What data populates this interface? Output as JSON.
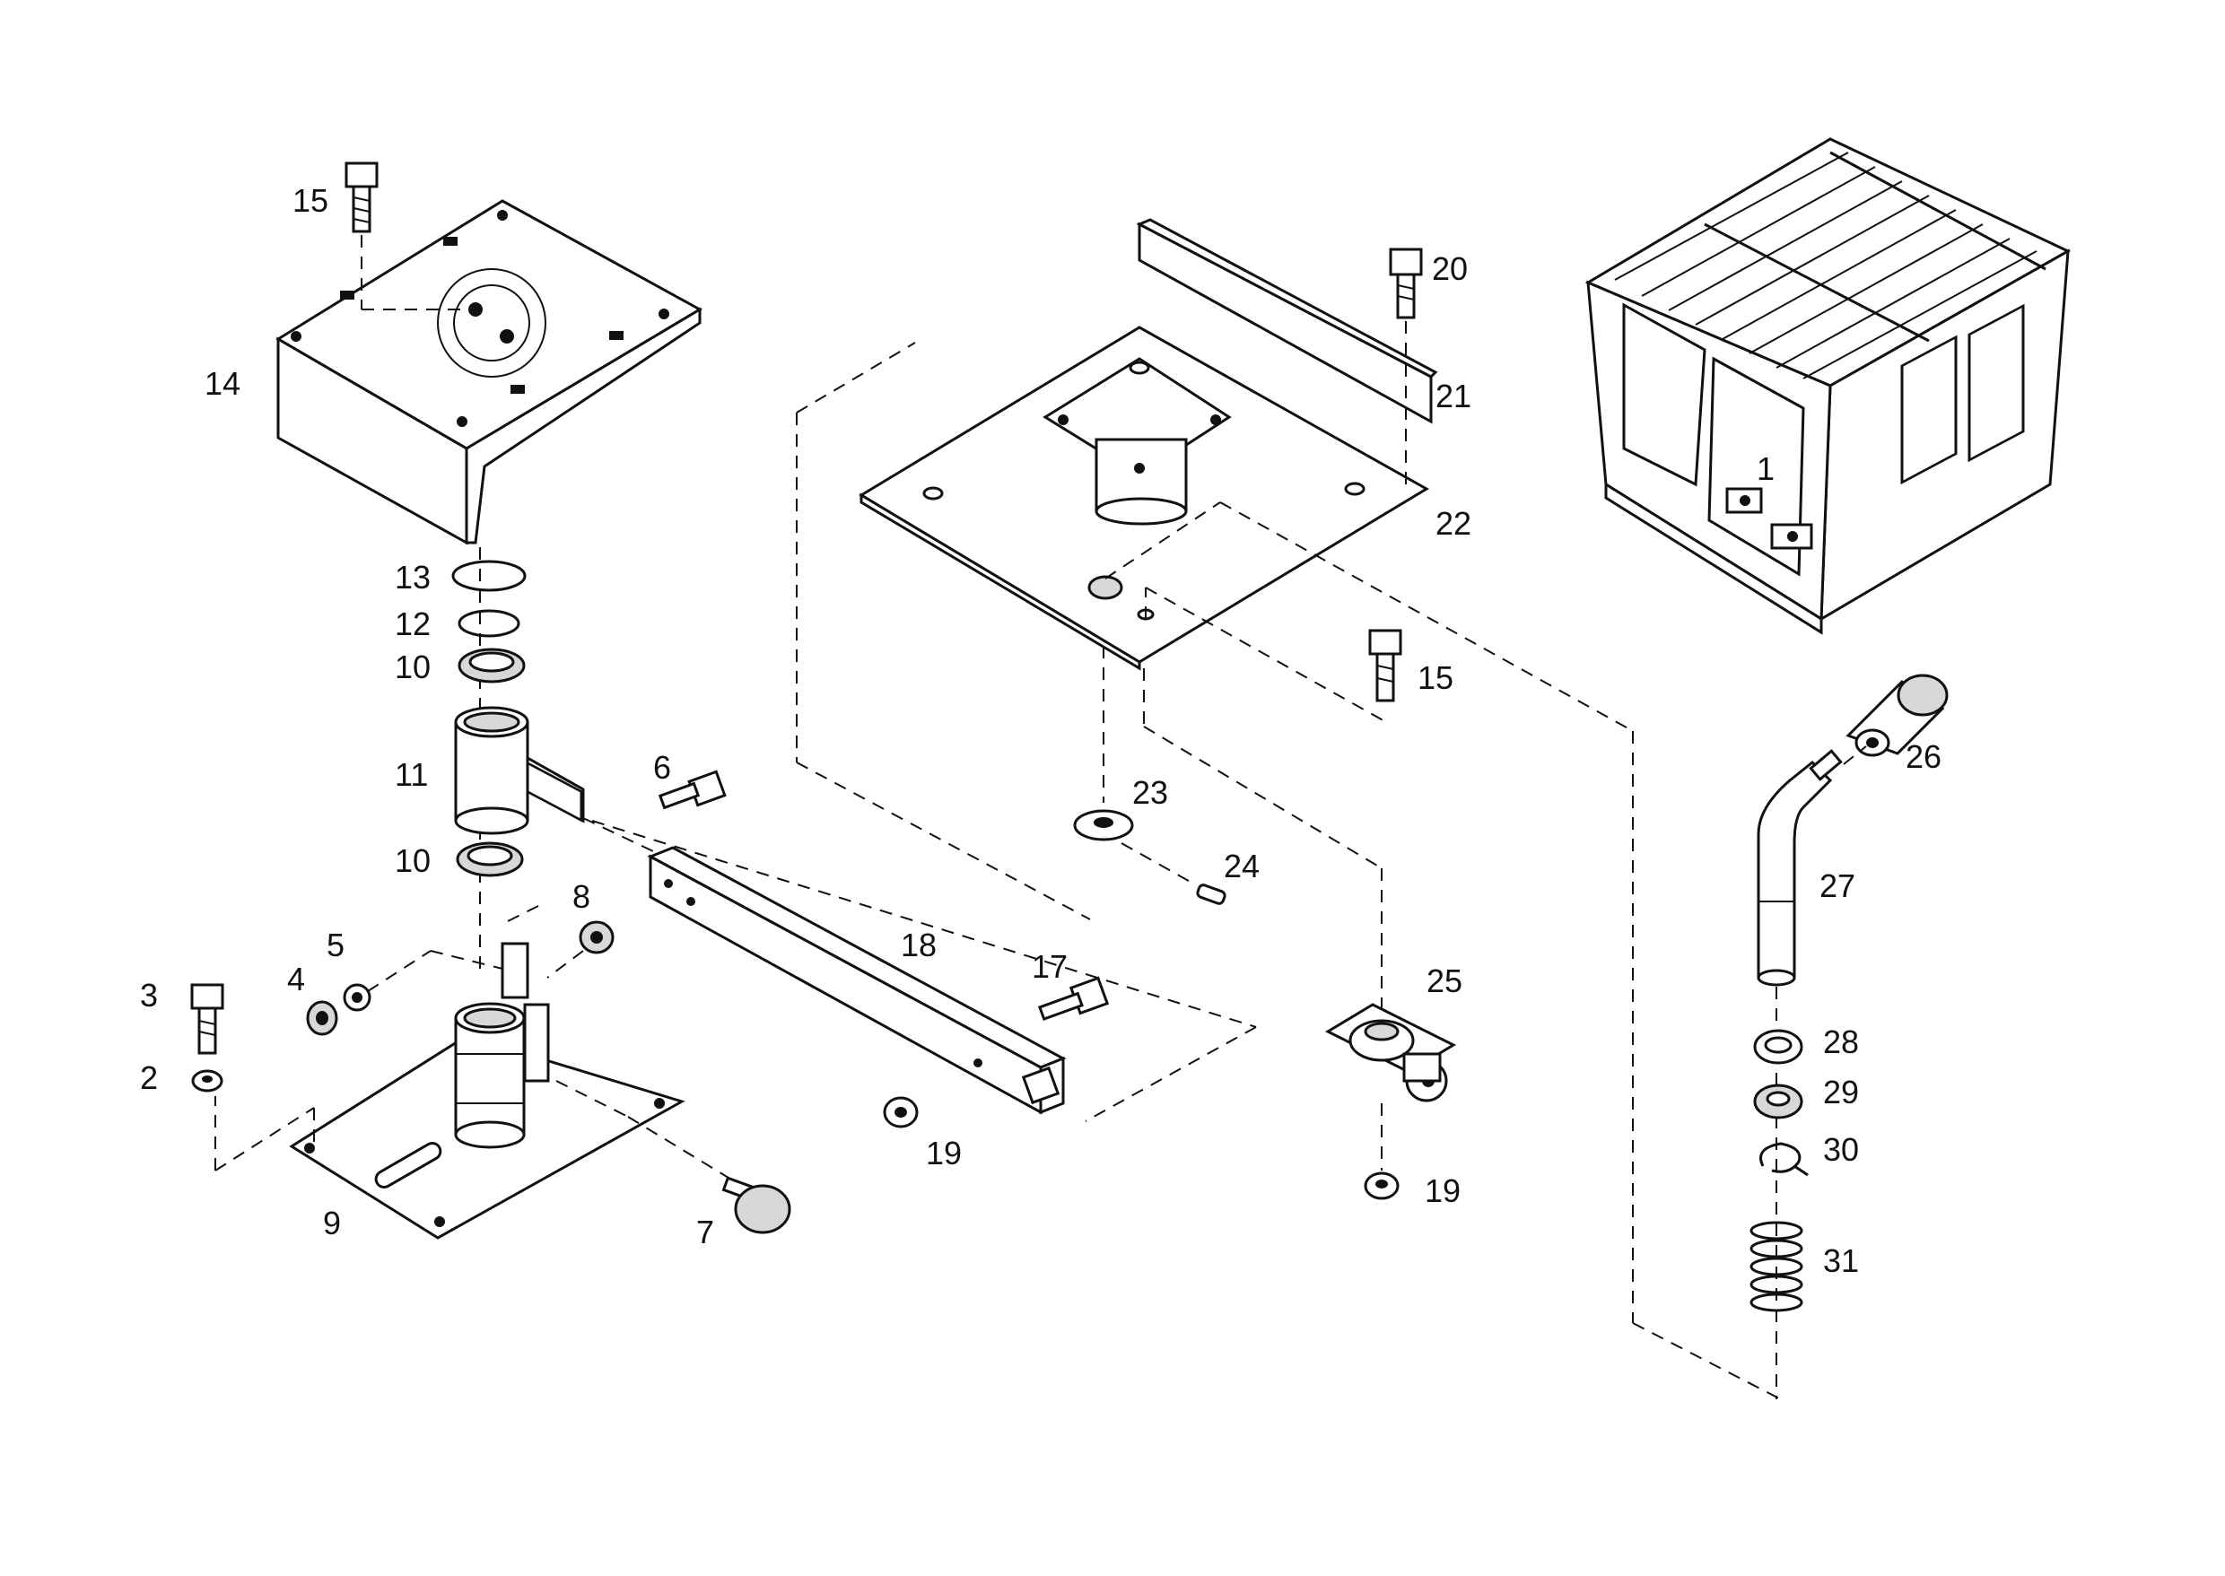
{
  "callouts": {
    "c1": "1",
    "c2": "2",
    "c3": "3",
    "c4": "4",
    "c5": "5",
    "c6": "6",
    "c7": "7",
    "c8": "8",
    "c9": "9",
    "c10a": "10",
    "c10b": "10",
    "c11": "11",
    "c12": "12",
    "c13": "13",
    "c14": "14",
    "c15a": "15",
    "c15b": "15",
    "c17": "17",
    "c18": "18",
    "c19a": "19",
    "c19b": "19",
    "c20": "20",
    "c21": "21",
    "c22": "22",
    "c23": "23",
    "c24": "24",
    "c25": "25",
    "c26": "26",
    "c27": "27",
    "c28": "28",
    "c29": "29",
    "c30": "30",
    "c31": "31"
  }
}
